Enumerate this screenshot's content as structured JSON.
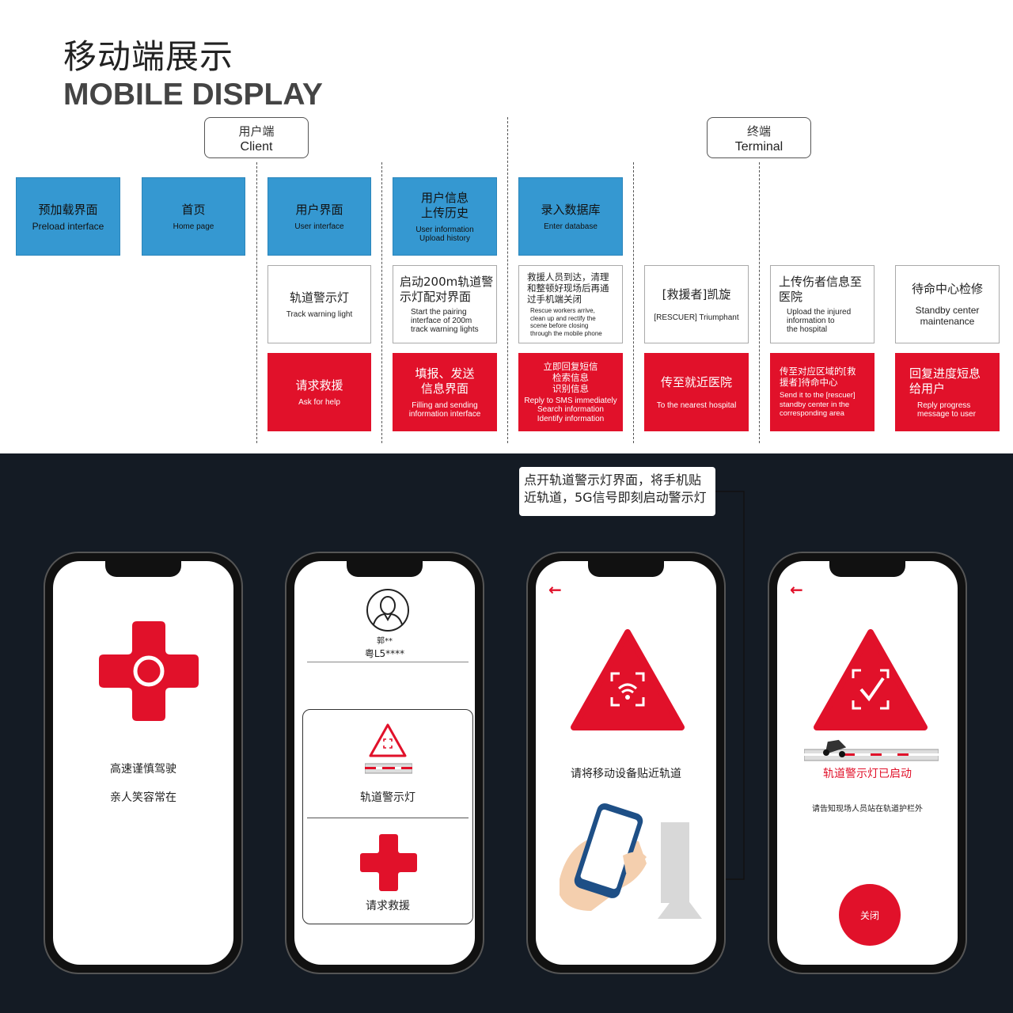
{
  "header": {
    "title_cn": "移动端展示",
    "title_en": "MOBILE DISPLAY"
  },
  "groups": [
    {
      "cn": "用户端",
      "en": "Client"
    },
    {
      "cn": "终端",
      "en": "Terminal"
    }
  ],
  "row1": [
    {
      "cn": "预加载界面",
      "en": "Preload interface"
    },
    {
      "cn": "首页",
      "en": "Home page"
    },
    {
      "cn": "用户界面",
      "en": "User interface"
    },
    {
      "cn": "用户信息\n上传历史",
      "en": "User information\nUpload history"
    },
    {
      "cn": "录入数据库",
      "en": "Enter database"
    }
  ],
  "row2": [
    {
      "cn": "轨道警示灯",
      "en": "Track warning light"
    },
    {
      "cn": "启动200m轨道警\n示灯配对界面",
      "en": "Start the pairing\ninterface of 200m\ntrack warning lights"
    },
    {
      "cn": "救援人员到达，清理\n和整顿好现场后再通\n过手机端关闭",
      "en": "Rescue workers arrive,\nclean up and rectify the\nscene before closing\nthrough the mobile phone"
    },
    {
      "cn": "[救援者]凯旋",
      "en": "[RESCUER] Triumphant"
    },
    {
      "cn": "上传伤者信息至\n医院",
      "en": "Upload the injured\ninformation to\nthe hospital"
    },
    {
      "cn": "待命中心检修",
      "en": "Standby center\nmaintenance"
    }
  ],
  "row3": [
    {
      "cn": "请求救援",
      "en": "Ask for help"
    },
    {
      "cn": "填报、发送\n信息界面",
      "en": "Filling and sending\ninformation interface"
    },
    {
      "cn": "立即回复短信\n检索信息\n识别信息",
      "en": "Reply to SMS immediately\nSearch information\nIdentify information"
    },
    {
      "cn": "传至就近医院",
      "en": "To the nearest hospital"
    },
    {
      "cn": "传至对应区域的[救\n援者]待命中心",
      "en": "Send it to the [rescuer]\nstandby center in the\ncorresponding area"
    },
    {
      "cn": "回复进度短息\n给用户",
      "en": "Reply progress\nmessage to user"
    }
  ],
  "callout": "点开轨道警示灯界面，将手机贴近轨道，5G信号即刻启动警示灯",
  "phone1": {
    "line1": "高速谨慎驾驶",
    "line2": "亲人笑容常在"
  },
  "phone2": {
    "user_name": "郭**",
    "plate": "粤L5****",
    "option1": "轨道警示灯",
    "option2": "请求救援"
  },
  "phone3": {
    "back": "←",
    "instruction": "请将移动设备贴近轨道"
  },
  "phone4": {
    "back": "←",
    "status": "轨道警示灯已启动",
    "notice": "请告知现场人员站在轨道护栏外",
    "close_label": "关闭"
  },
  "colors": {
    "blue": "#3598d1",
    "red": "#e1112a",
    "dark": "#141b24"
  }
}
